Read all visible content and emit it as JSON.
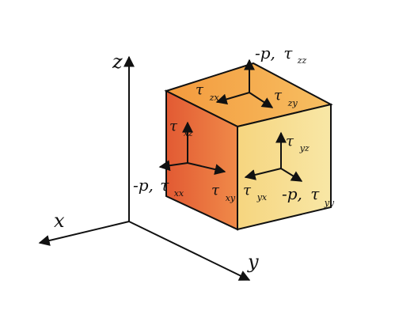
{
  "axes": {
    "z": "z",
    "x": "x",
    "y": "y"
  },
  "labels": {
    "top_normal_a": "-p,",
    "top_normal_tau": "τ",
    "top_normal_sub": "zz",
    "top_zx_tau": "τ",
    "top_zx_sub": "zx",
    "top_zy_tau": "τ",
    "top_zy_sub": "zy",
    "left_xz_tau": "τ",
    "left_xz_sub": "xz",
    "left_normal_a": "-p,",
    "left_xx_tau": "τ",
    "left_xx_sub": "xx",
    "left_xy_tau": "τ",
    "left_xy_sub": "xy",
    "right_yz_tau": "τ",
    "right_yz_sub": "yz",
    "right_yx_tau": "τ",
    "right_yx_sub": "yx",
    "right_normal_a": "-p,",
    "right_yy_tau": "τ",
    "right_yy_sub": "yy"
  },
  "colors": {
    "top_face": "#f0a14c",
    "front_left_face": "#e0673a",
    "front_right_face": "#f5d98a",
    "edge": "#111111"
  }
}
